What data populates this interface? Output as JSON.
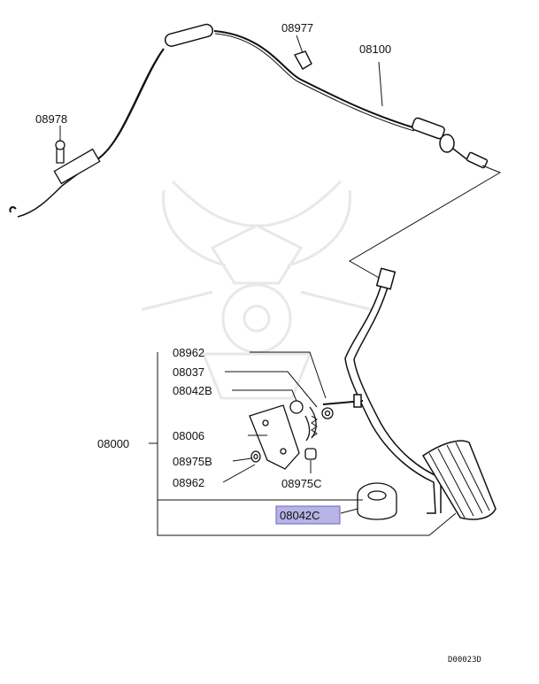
{
  "diagram": {
    "part_labels": {
      "p08977": "08977",
      "p08100": "08100",
      "p08978": "08978",
      "p08962_top": "08962",
      "p08037": "08037",
      "p08042B": "08042B",
      "p08000": "08000",
      "p08006": "08006",
      "p08975B": "08975B",
      "p08962_bottom": "08962",
      "p08975C": "08975C",
      "p08042C": "08042C"
    },
    "highlighted_part": "08042C",
    "highlight_color": "#b7b3e6",
    "diagram_code": "D00023D",
    "watermark": "samurai-helmet-logo"
  }
}
